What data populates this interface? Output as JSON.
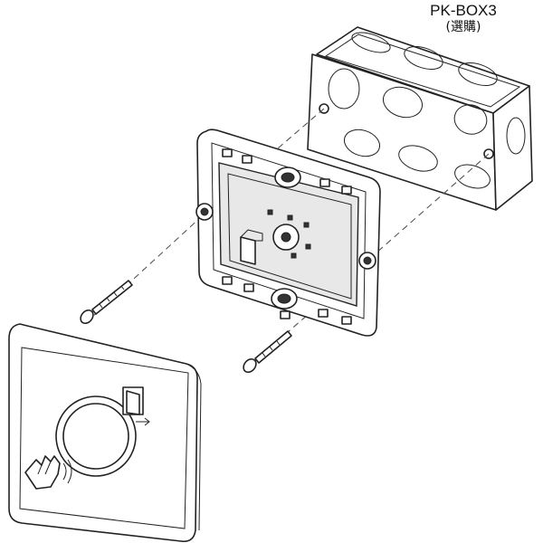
{
  "diagram": {
    "label": {
      "model": "PK-BOX3",
      "note": "(選購)"
    },
    "parts": [
      {
        "id": "junction-box",
        "icon": "metal-junction-box"
      },
      {
        "id": "mounting-frame",
        "icon": "mounting-frame"
      },
      {
        "id": "screws",
        "icon": "screw",
        "count": 2
      },
      {
        "id": "exit-button-cover",
        "icon": "touchless-exit-button"
      }
    ],
    "symbols": [
      "door-exit-icon",
      "hand-wave-icon"
    ]
  }
}
